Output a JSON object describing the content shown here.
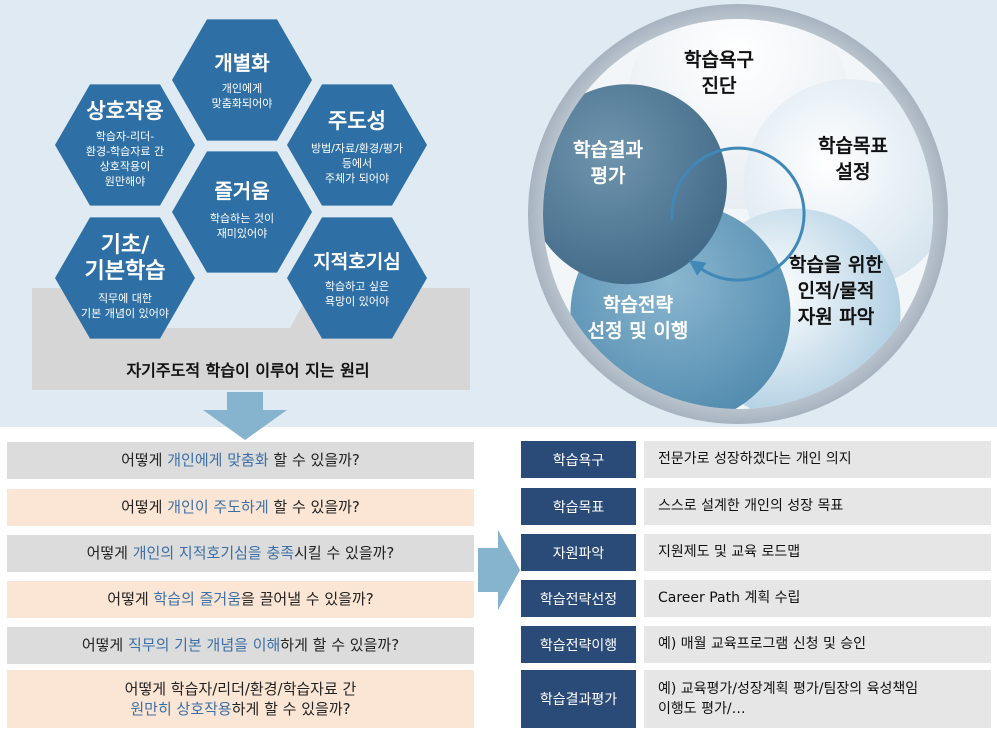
{
  "principles": {
    "hexagons": [
      {
        "id": "individualization",
        "title": "개별화",
        "sub": [
          "개인에게",
          "맞춤화되어야"
        ]
      },
      {
        "id": "interaction",
        "title": "상호작용",
        "sub": [
          "학습자-리더-",
          "환경-학습자료 간",
          "상호작용이",
          "원만해야"
        ]
      },
      {
        "id": "initiative",
        "title": "주도성",
        "sub": [
          "방법/자료/환경/평가",
          "등에서",
          "주체가 되어야"
        ]
      },
      {
        "id": "enjoyment",
        "title": "즐거움",
        "sub": [
          "학습하는 것이",
          "재미있어야"
        ]
      },
      {
        "id": "basics",
        "title": "기초/\n기본학습",
        "title_lines": [
          "기초/",
          "기본학습"
        ],
        "sub": [
          "직무에 대한",
          "기본 개념이 있어야"
        ]
      },
      {
        "id": "curiosity",
        "title": "지적호기심",
        "sub": [
          "학습하고 싶은",
          "욕망이 있어야"
        ]
      }
    ],
    "base_label": "자기주도적 학습이 이루어 지는 원리"
  },
  "cycle": {
    "segments": [
      {
        "id": "needs",
        "lines": [
          "학습욕구",
          "진단"
        ]
      },
      {
        "id": "goal",
        "lines": [
          "학습목표",
          "설정"
        ]
      },
      {
        "id": "resources",
        "lines": [
          "학습을 위한",
          "인적/물적",
          "자원 파악"
        ]
      },
      {
        "id": "strategy",
        "lines": [
          "학습전략",
          "선정 및 이행"
        ]
      },
      {
        "id": "evaluation",
        "lines": [
          "학습결과",
          "평가"
        ]
      }
    ]
  },
  "questions": [
    {
      "lines": [
        [
          {
            "t": "어떻게 "
          },
          {
            "t": "개인에게 맞춤화",
            "hl": true
          },
          {
            "t": " 할 수 있을까?"
          }
        ]
      ]
    },
    {
      "lines": [
        [
          {
            "t": "어떻게 "
          },
          {
            "t": "개인이 주도하게",
            "hl": true
          },
          {
            "t": " 할 수 있을까?"
          }
        ]
      ]
    },
    {
      "lines": [
        [
          {
            "t": "어떻게 "
          },
          {
            "t": "개인의 지적호기심을 충족",
            "hl": true
          },
          {
            "t": "시킬 수 있을까?"
          }
        ]
      ]
    },
    {
      "lines": [
        [
          {
            "t": "어떻게 "
          },
          {
            "t": "학습의 즐거움",
            "hl": true
          },
          {
            "t": "을 끌어낼 수 있을까?"
          }
        ]
      ]
    },
    {
      "lines": [
        [
          {
            "t": "어떻게 "
          },
          {
            "t": "직무의 기본 개념을 이해",
            "hl": true
          },
          {
            "t": "하게 할 수 있을까?"
          }
        ]
      ]
    },
    {
      "lines": [
        [
          {
            "t": "어떻게 학습자/리더/환경/학습자료 간"
          }
        ],
        [
          {
            "t": "원만히 상호작용",
            "hl": true
          },
          {
            "t": "하게 할 수 있을까?"
          }
        ]
      ]
    }
  ],
  "table": [
    {
      "label": "학습욕구",
      "desc": [
        "전문가로 성장하겠다는 개인 의지"
      ]
    },
    {
      "label": "학습목표",
      "desc": [
        "스스로 설계한 개인의 성장 목표"
      ]
    },
    {
      "label": "자원파악",
      "desc": [
        "지원제도 및 교육 로드맵"
      ]
    },
    {
      "label": "학습전략선정",
      "desc": [
        "Career Path 계획 수립"
      ]
    },
    {
      "label": "학습전략이행",
      "desc": [
        "예) 매월 교육프로그램 신청 및 승인"
      ]
    },
    {
      "label": "학습결과평가",
      "desc": [
        "예) 교육평가/성장계획 평가/팀장의 육성책임",
        "이행도 평가/…"
      ]
    }
  ],
  "colors": {
    "hex": "#2e6fa5",
    "dark_navy": "#2a4a78",
    "arrow": "#86b3cd",
    "highlight": "#3c6fa5",
    "gray_row": "#dcdcdc",
    "peach_row": "#fbe6d5"
  }
}
